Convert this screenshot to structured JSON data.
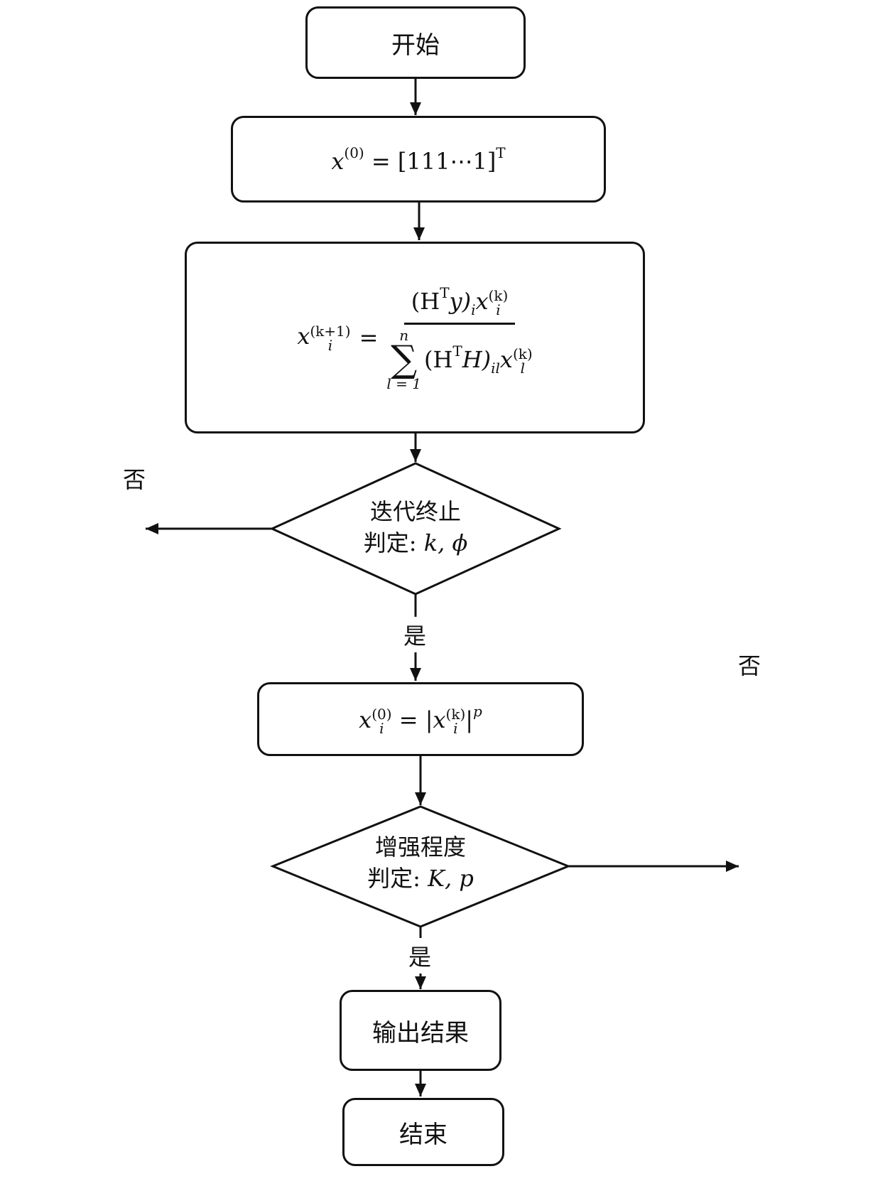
{
  "flowchart": {
    "start": "开始",
    "init": {
      "lhs": "x",
      "lhs_sup": "(0)",
      "eq": "=",
      "rhs": "[111⋯1]",
      "rhs_sup": "T"
    },
    "update": {
      "lhs": "x",
      "lhs_sub": "i",
      "lhs_sup": "(k+1)",
      "eq": "=",
      "num_a": "(H",
      "num_t": "T",
      "num_b": "y)",
      "num_sub": "i",
      "num_x": "x",
      "num_x_sub": "i",
      "num_x_sup": "(k)",
      "sum_symbol": "∑",
      "sum_upper": "n",
      "sum_lower": "l = 1",
      "den_a": "(H",
      "den_t": "T",
      "den_b": "H)",
      "den_sub": "il",
      "den_x": "x",
      "den_x_sub": "l",
      "den_x_sup": "(k)"
    },
    "decision1": {
      "line1": "迭代终止",
      "line2_cn": "判定:",
      "line2_math": "k, ϕ"
    },
    "yes_label_1": "是",
    "no_label_1": "否",
    "enhance": {
      "lhs": "x",
      "lhs_sub": "i",
      "lhs_sup": "(0)",
      "eq": "=",
      "bar_l": "|",
      "x": "x",
      "x_sub": "i",
      "x_sup": "(k)",
      "bar_r": "|",
      "pow": "p"
    },
    "decision2": {
      "line1": "增强程度",
      "line2_cn": "判定:",
      "line2_math": "K, p"
    },
    "yes_label_2": "是",
    "no_label_2": "否",
    "output": "输出结果",
    "end": "结束"
  }
}
